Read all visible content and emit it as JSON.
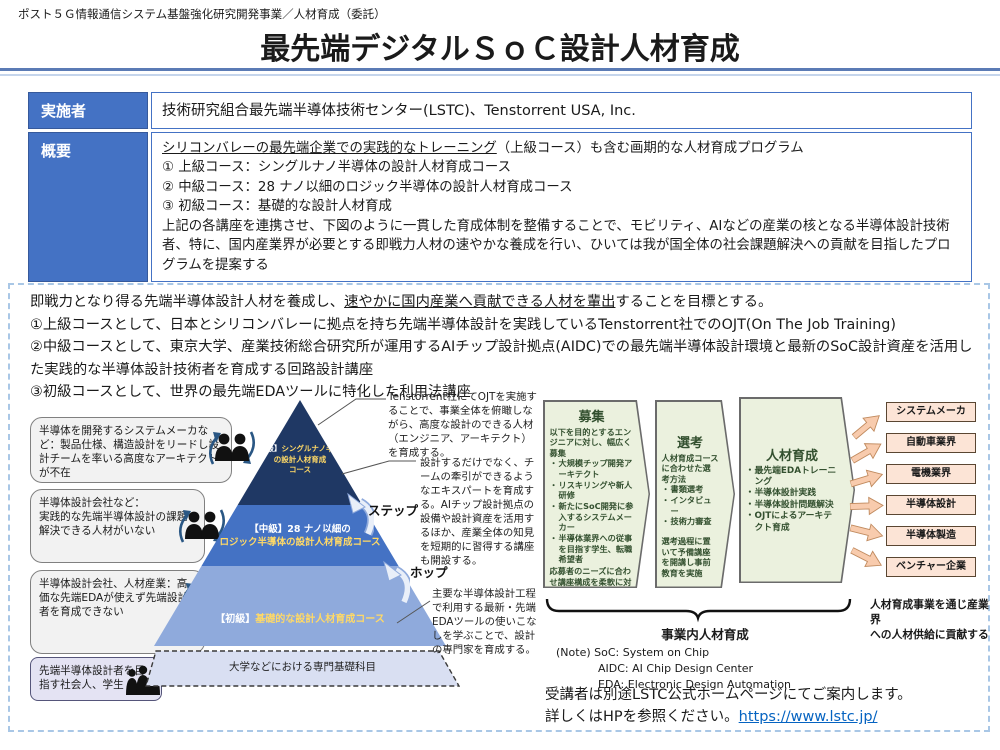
{
  "palette": {
    "table_header_blue": "#4472C4",
    "pyramid_top": "#1F3864",
    "pyramid_mid": "#4472C4",
    "pyramid_low": "#8FAADC",
    "pyramid_base": "#D9DFF2",
    "highlight_yellow": "#FFD966",
    "process_green": "#EBF1DE",
    "arrow_peach": "#F8CBAD",
    "industry_peach": "#FCE4D6",
    "link_blue": "#0563C1"
  },
  "header": {
    "program_label": "ポスト５Ｇ情報通信システム基盤強化研究開発事業／人材育成（委託）",
    "title": "最先端デジタルＳｏＣ設計人材育成"
  },
  "summary_table": {
    "implementer_label": "実施者",
    "implementer_value": "技術研究組合最先端半導体技術センター(LSTC)、Tenstorrent USA, Inc.",
    "overview_label": "概要",
    "overview_intro_underlined": "シリコンバレーの最先端企業での実践的なトレーニング",
    "overview_intro_rest": "（上級コース）も含む画期的な人材育成プログラム",
    "course1": "① 上級コース：シングルナノ半導体の設計人材育成コース",
    "course2": "② 中級コース：28 ナノ以細のロジック半導体の設計人材育成コース",
    "course3": "③ 初級コース：基礎的な設計人材育成",
    "overview_closing": "上記の各講座を連携させ、下図のように一貫した育成体制を整備することで、モビリティ、AIなどの産業の核となる半導体設計技術者、特に、国内産業界が必要とする即戦力人材の速やかな養成を行い、ひいては我が国全体の社会課題解決への貢献を目指したプログラムを提案する"
  },
  "goal": {
    "prefix": "即戦力となり得る先端半導体設計人材を養成し、",
    "underlined": "速やかに国内産業へ貢献できる人材を輩出",
    "suffix": "することを目標とする。",
    "item1": "①上級コースとして、日本とシリコンバレーに拠点を持ち先端半導体設計を実践しているTenstorrent社でのOJT(On The Job Training)",
    "item2": "②中級コースとして、東京大学、産業技術総合研究所が運用するAIチップ設計拠点(AIDC)での最先端半導体設計環境と最新のSoC設計資産を活用した実践的な半導体設計技術者を育成する回路設計講座",
    "item3": "③初級コースとして、世界の最先端EDAツールに特化した利用法講座"
  },
  "challenges": [
    "半導体を開発するシステムメーカなど：製品仕様、構造設計をリードし設計チームを率いる高度なアーキテクトが不在",
    "半導体設計会社など：\n実践的な先端半導体設計の課題解決できる人材がいない",
    "半導体設計会社、人材産業：高価な先端EDAが使えず先端設計者を育成できない",
    "先端半導体設計者を目指す社会人、学生"
  ],
  "pyramid": {
    "level1_prefix": "【上級】",
    "level1_name": "シングルナノ半導体\nの設計人材育成\nコース",
    "level2_prefix": "【中級】",
    "level2_line1_rest": "28 ナノ以細の",
    "level2_line2": "ロジック半導体の設計人材育成コース",
    "level3_prefix": "【初級】",
    "level3_name": "基礎的な設計人材育成コース",
    "base": "大学などにおける専門基礎科目",
    "step_label": "ステップ",
    "hop_label": "ホップ"
  },
  "course_notes": {
    "advanced": "Tenstorrent社にてOJTを実施することで、事業全体を俯瞰しながら、高度な設計のできる人材（エンジニア、アーキテクト）を育成する。",
    "intermediate": "設計するだけでなく、チームの牽引ができるようなエキスパートを育成する。AIチップ設計拠点の設備や設計資産を活用するほか、産業全体の知見を短期的に習得する講座も開設する。",
    "beginner": "主要な半導体設計工程で利用する最新・先端EDAツールの使いこなしを学ぶことで、設計の専門家を育成する。"
  },
  "pipeline": {
    "bullet": "・",
    "recruit": {
      "title": "募集",
      "intro": "以下を目的とするエンジニアに対し、幅広く募集",
      "bullets": [
        "大規模チップ開発アーキテクト",
        "リスキリングや新人研修",
        "新たにSoC開発に参入するシステムメーカー",
        "半導体業界への従事を目指す学生、転職希望者"
      ],
      "footer": "応募者のニーズに合わせ講座構成を柔軟に対応"
    },
    "selection": {
      "title": "選考",
      "intro": "人材育成コースに合わせた選考方法",
      "bullets": [
        "書類選考",
        "インタビュー",
        "技術力審査"
      ],
      "footer": "選考過程に置いて予備講座を開講し事前教育を実施"
    },
    "training": {
      "title": "人材育成",
      "bullets": [
        "最先端EDAトレーニング",
        "半導体設計実践",
        "半導体設計問題解決",
        "OJTによるアーキテクト育成"
      ]
    },
    "bracket_label": "事業内人材育成",
    "industries": [
      "システムメーカ",
      "自動車業界",
      "電機業界",
      "半導体設計",
      "半導体製造",
      "ベンチャー企業"
    ],
    "supply_note": "人材育成事業を通じ産業界\nへの人材供給に貢献する"
  },
  "notes": {
    "line1": "(Note) SoC: System on Chip",
    "line2": "AIDC: AI Chip Design Center",
    "line3": "EDA: Electronic Design Automation"
  },
  "footer": {
    "line1": "受講者は別途LSTC公式ホームページにてご案内します。",
    "line2_prefix": "詳しくはHPを参照ください。",
    "link_text": "https://www.lstc.jp/",
    "link_href": "https://www.lstc.jp/"
  }
}
